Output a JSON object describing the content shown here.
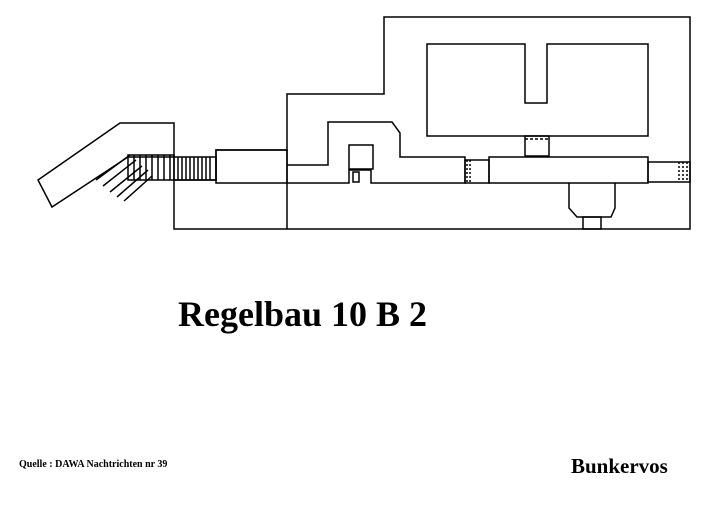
{
  "diagram": {
    "title": "Regelbau 10 B 2",
    "source": "Quelle : DAWA Nachtrichten nr 39",
    "brand": "Bunkervos"
  },
  "colors": {
    "line": "#000000",
    "background": "#ffffff"
  }
}
